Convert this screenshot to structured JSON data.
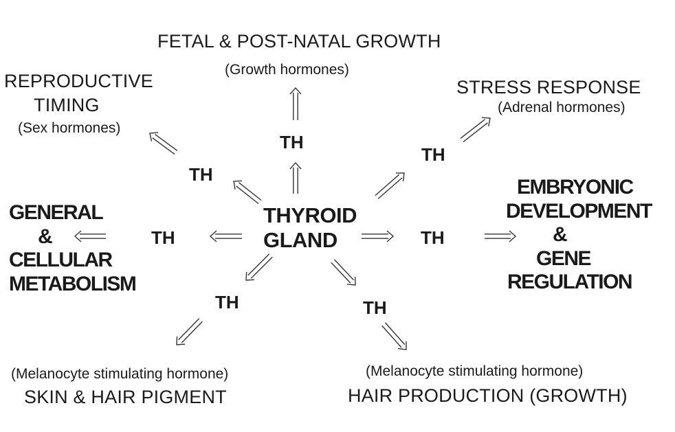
{
  "center": {
    "line1": "THYROID",
    "line2": "GLAND"
  },
  "hormone_label": "TH",
  "targets": {
    "fetal_growth": {
      "title": "FETAL & POST-NATAL GROWTH",
      "hormone": "(Growth hormones)"
    },
    "reproductive": {
      "line1": "REPRODUCTIVE",
      "line2": "TIMING",
      "hormone": "(Sex hormones)"
    },
    "stress": {
      "title": "STRESS RESPONSE",
      "hormone": "(Adrenal hormones)"
    },
    "metabolism": {
      "line1": "GENERAL",
      "line2": "&",
      "line3": "CELLULAR",
      "line4": "METABOLISM"
    },
    "embryonic": {
      "line1": "EMBRYONIC",
      "line2": "DEVELOPMENT",
      "line3": "&",
      "line4": "GENE",
      "line5": "REGULATION"
    },
    "skin_pigment": {
      "hormone": "(Melanocyte stimulating hormone)",
      "title": "SKIN & HAIR PIGMENT"
    },
    "hair_growth": {
      "hormone": "(Melanocyte stimulating hormone)",
      "title": "HAIR PRODUCTION (GROWTH)"
    }
  },
  "colors": {
    "text": "#1a1a1a",
    "arrow_stroke": "#333333",
    "background": "#ffffff"
  }
}
